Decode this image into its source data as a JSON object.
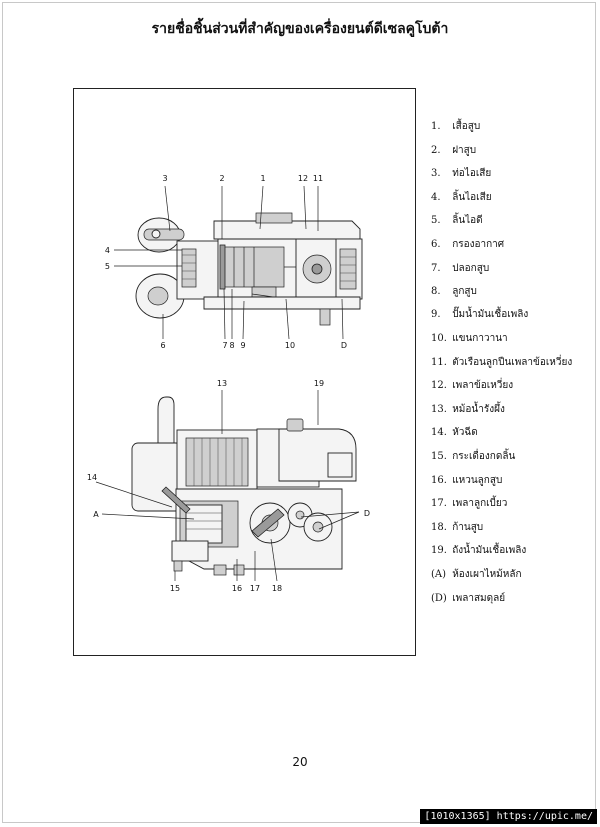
{
  "title": "รายชื่อชิ้นส่วนที่สำคัญของเครื่องยนต์ดีเซลคูโบต้า",
  "figure": {
    "top_view_callouts": [
      "1",
      "2",
      "3",
      "4",
      "5",
      "6",
      "7",
      "8",
      "9",
      "10",
      "11",
      "12",
      "D"
    ],
    "side_view_callouts": [
      "13",
      "14",
      "15",
      "16",
      "17",
      "18",
      "19",
      "A",
      "D"
    ]
  },
  "parts": [
    {
      "num": "1.",
      "label": "เสื้อสูบ"
    },
    {
      "num": "2.",
      "label": "ฝาสูบ"
    },
    {
      "num": "3.",
      "label": "ท่อไอเสีย"
    },
    {
      "num": "4.",
      "label": "ลิ้นไอเสีย"
    },
    {
      "num": "5.",
      "label": "ลิ้นไอดี"
    },
    {
      "num": "6.",
      "label": "กรองอากาศ"
    },
    {
      "num": "7.",
      "label": "ปลอกสูบ"
    },
    {
      "num": "8.",
      "label": "ลูกสูบ"
    },
    {
      "num": "9.",
      "label": "ปั๊มน้ำมันเชื้อเพลิง"
    },
    {
      "num": "10.",
      "label": "แขนกาวานา"
    },
    {
      "num": "11.",
      "label": "ตัวเรือนลูกปืนเพลาข้อเหวี่ยง"
    },
    {
      "num": "12.",
      "label": "เพลาข้อเหวี่ยง"
    },
    {
      "num": "13.",
      "label": "หม้อน้ำรังผึ้ง"
    },
    {
      "num": "14.",
      "label": "หัวฉีด"
    },
    {
      "num": "15.",
      "label": "กระเดื่องกดลิ้น"
    },
    {
      "num": "16.",
      "label": "แหวนลูกสูบ"
    },
    {
      "num": "17.",
      "label": "เพลาลูกเบี้ยว"
    },
    {
      "num": "18.",
      "label": "ก้านสูบ"
    },
    {
      "num": "19.",
      "label": "ถังน้ำมันเชื้อเพลิง"
    },
    {
      "num": "(A)",
      "label": "ห้องเผาไหม้หลัก"
    },
    {
      "num": "(D)",
      "label": "เพลาสมดุลย์"
    }
  ],
  "page_number": "20",
  "watermark": "[1010x1365] https://upic.me/"
}
